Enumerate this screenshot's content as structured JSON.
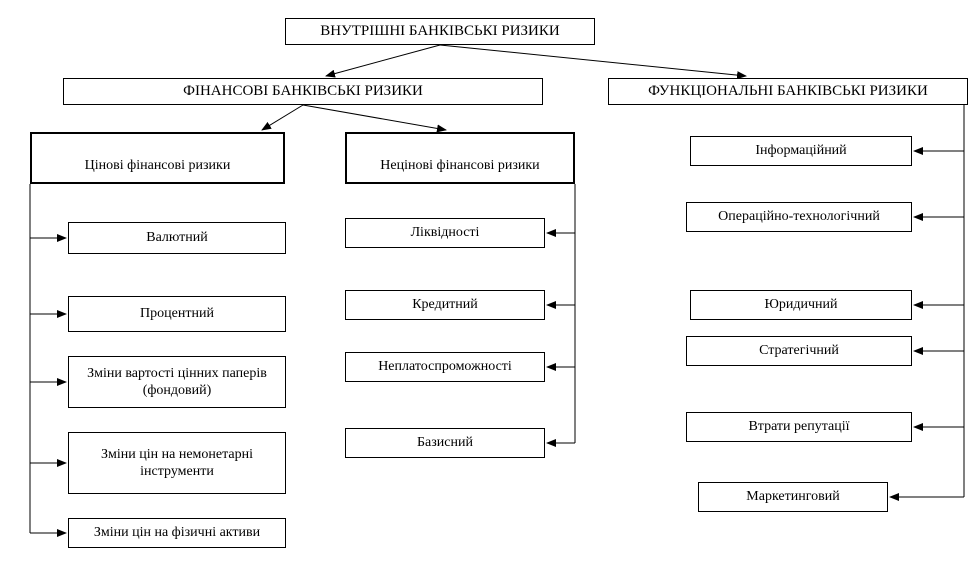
{
  "root": {
    "label": "ВНУТРІШНІ БАНКІВСЬКІ РИЗИКИ"
  },
  "branches": {
    "financial": {
      "label": "ФІНАНСОВІ БАНКІВСЬКІ РИЗИКИ"
    },
    "functional": {
      "label": "ФУНКЦІОНАЛЬНІ БАНКІВСЬКІ РИЗИКИ"
    }
  },
  "groups": {
    "price": {
      "label": "Цінові фінансові ризики",
      "items": [
        "Валютний",
        "Процентний",
        "Зміни вартості цінних паперів (фондовий)",
        "Зміни цін на немонетарні інструменти",
        "Зміни цін на фізичні активи"
      ]
    },
    "nonprice": {
      "label": "Нецінові фінансові ризики",
      "items": [
        "Ліквідності",
        "Кредитний",
        "Неплатоспроможності",
        "Базисний"
      ]
    },
    "functional": {
      "items": [
        "Інформаційний",
        "Операційно-технологічний",
        "Юридичний",
        "Стратегічний",
        "Втрати репутації",
        "Маркетинговий"
      ]
    }
  },
  "colors": {
    "line": "#000000",
    "box_border": "#000000",
    "background": "#ffffff"
  }
}
